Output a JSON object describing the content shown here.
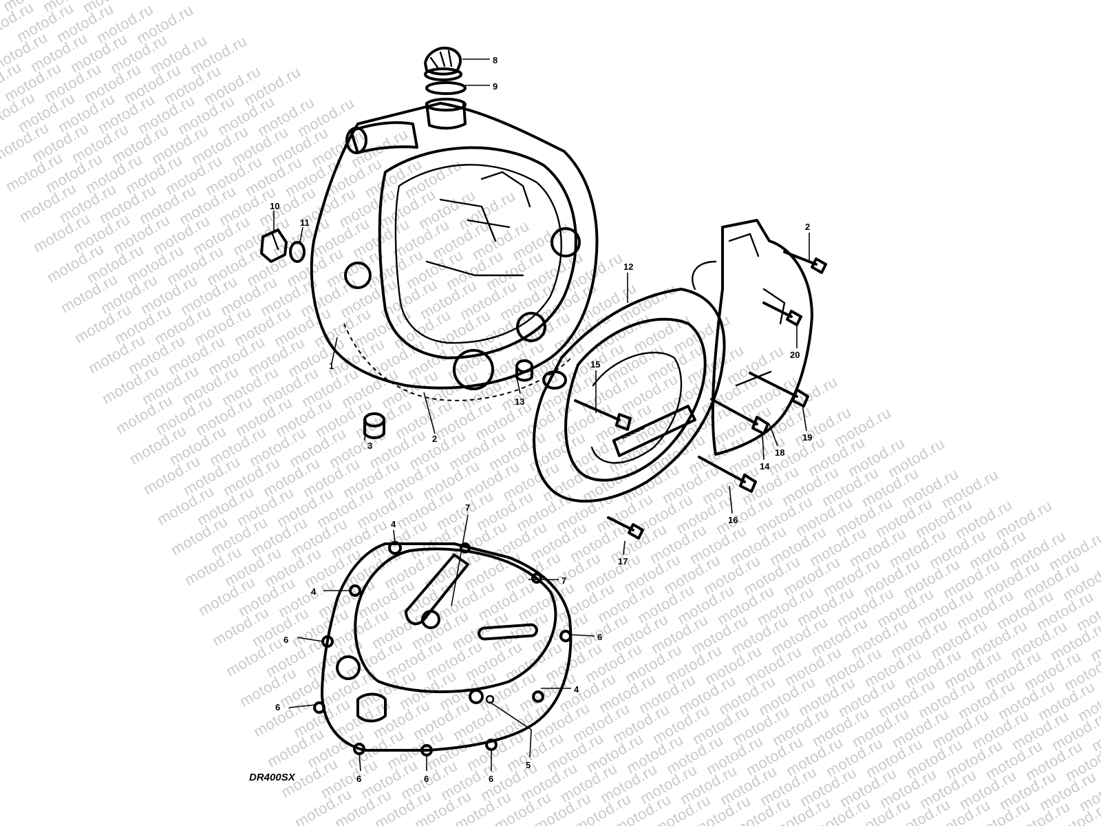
{
  "diagram": {
    "watermark_text": "motod.ru",
    "model_code": "DR400SX",
    "callouts": {
      "c1": "1",
      "c2a": "2",
      "c2b": "2",
      "c3": "3",
      "c4a": "4",
      "c4b": "4",
      "c4c": "4",
      "c5": "5",
      "c6a": "6",
      "c6b": "6",
      "c6c": "6",
      "c6d": "6",
      "c6e": "6",
      "c6f": "6",
      "c7a": "7",
      "c7b": "7",
      "c8": "8",
      "c9": "9",
      "c10": "10",
      "c11": "11",
      "c12": "12",
      "c13": "13",
      "c14": "14",
      "c15": "15",
      "c16": "16",
      "c17": "17",
      "c18": "18",
      "c19": "19",
      "c20": "20"
    }
  }
}
